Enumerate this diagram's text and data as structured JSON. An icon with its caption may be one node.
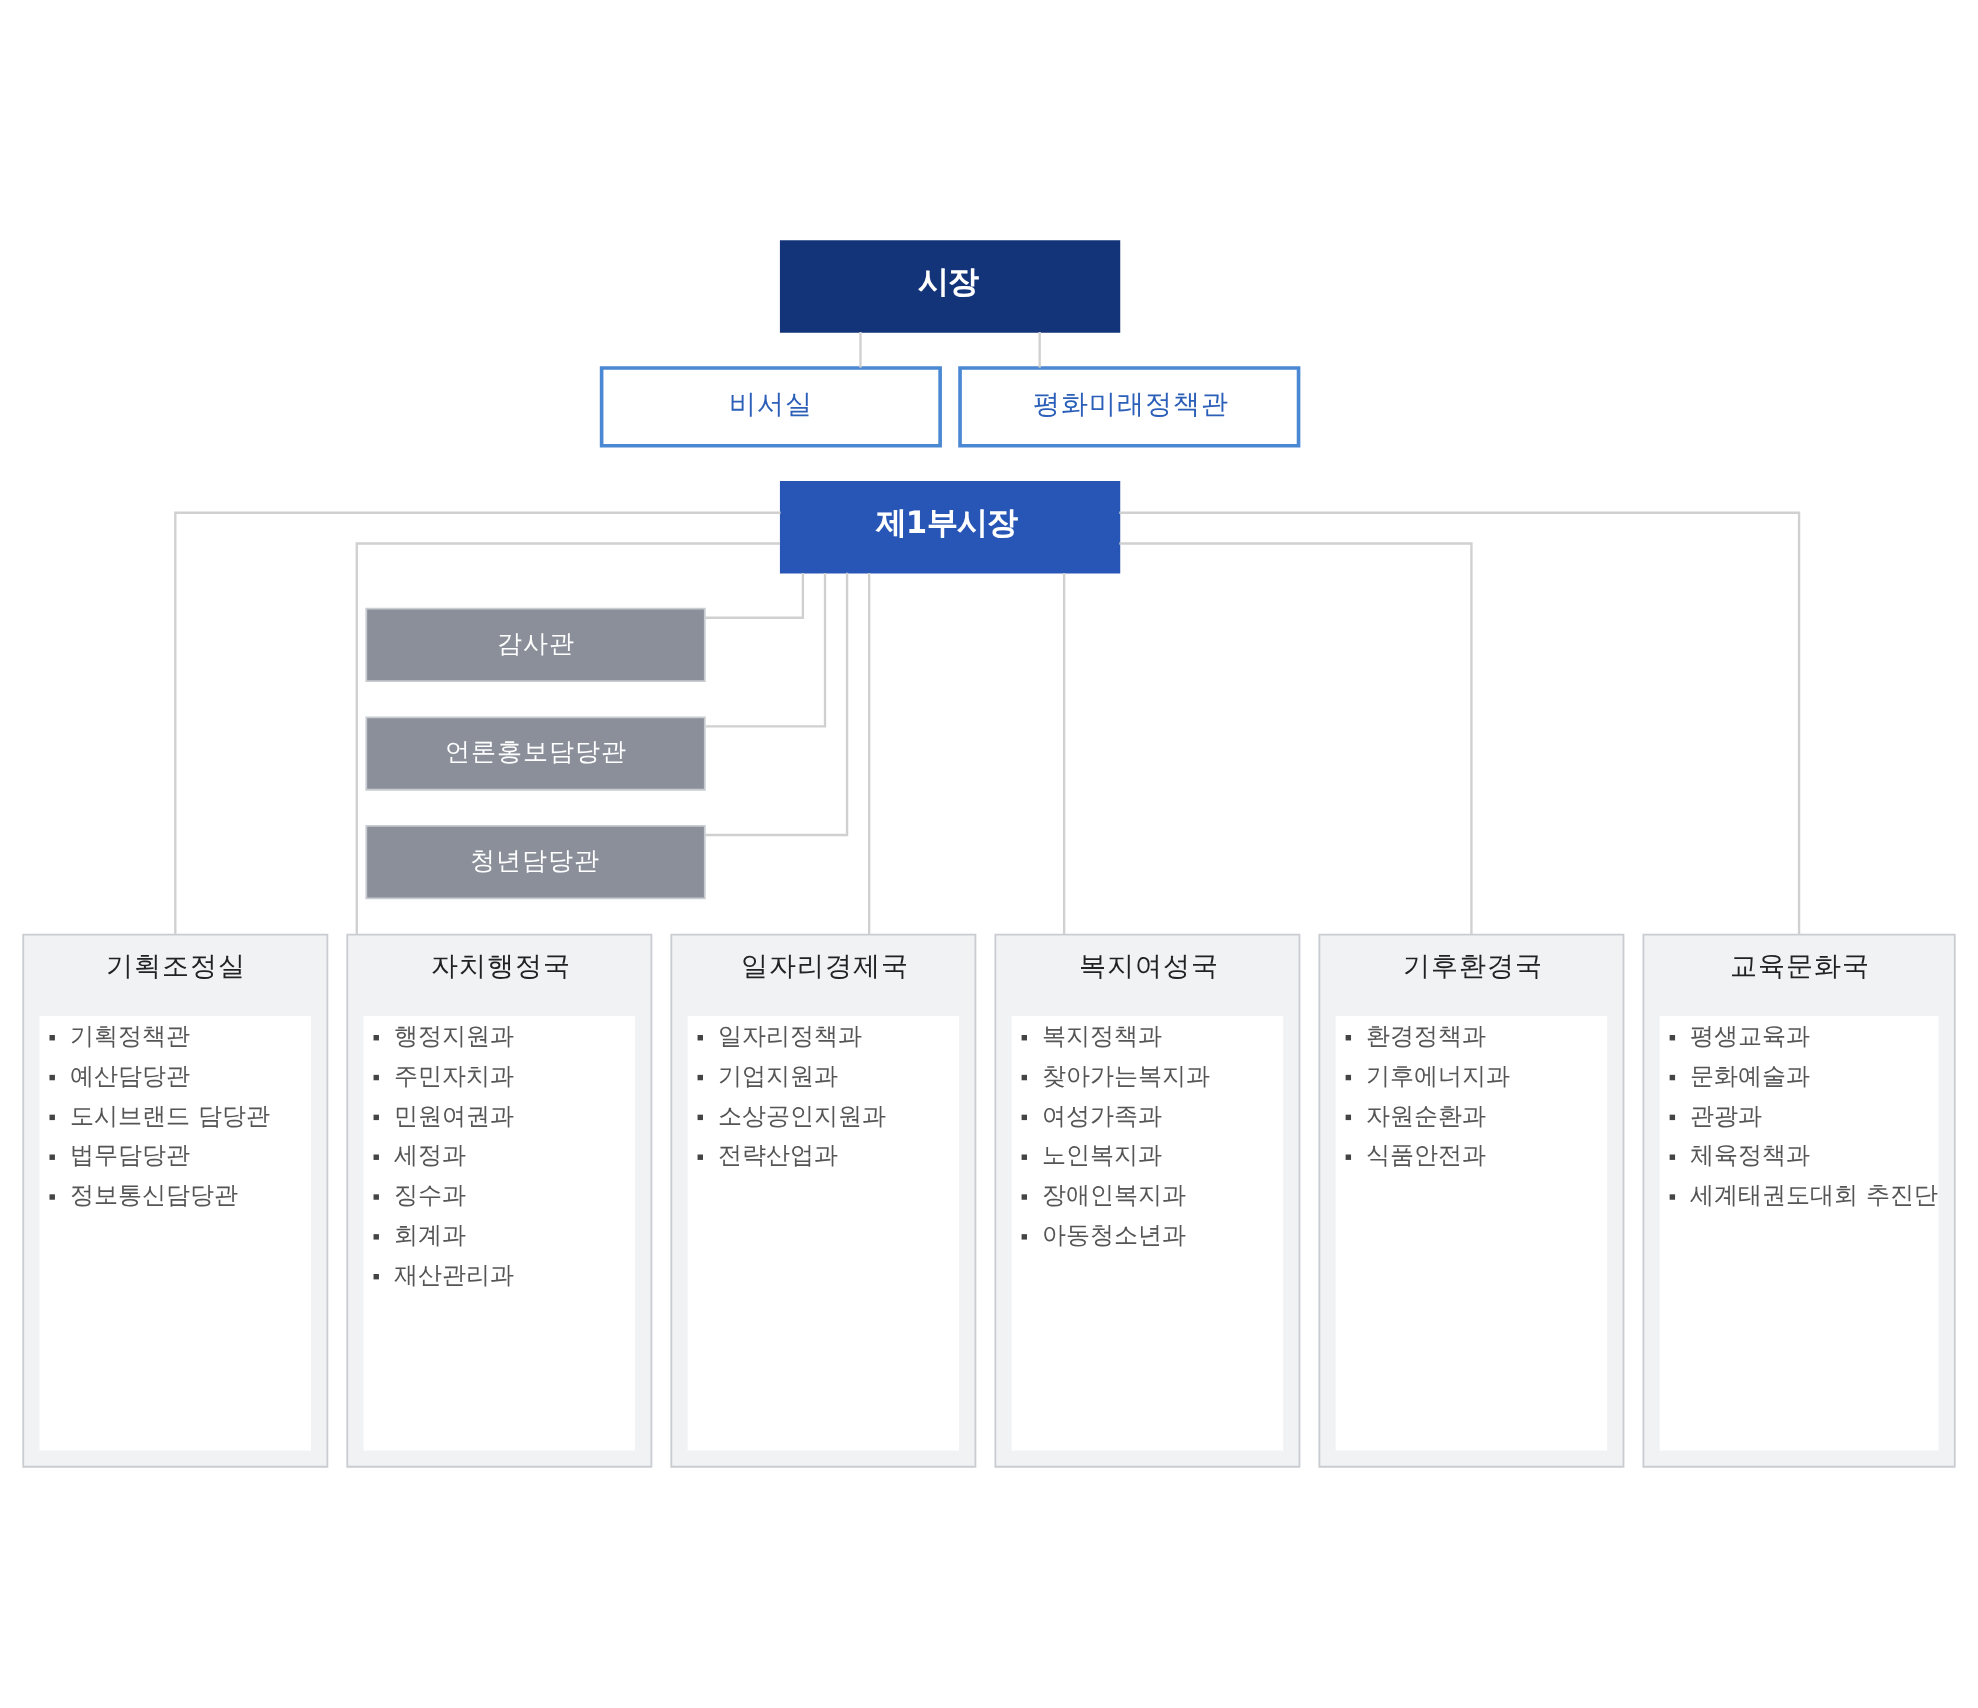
{
  "diagram": {
    "nodes": [
      {
        "text": [
          "시장"
        ]
      },
      {
        "text": [
          "비서실"
        ]
      },
      {
        "text": [
          "평화미래정책관"
        ]
      },
      {
        "text": [
          "제1부시장"
        ]
      },
      {
        "text": [
          "감사관"
        ]
      },
      {
        "text": [
          "언론홍보담당관"
        ]
      },
      {
        "text": [
          "청년담당관"
        ]
      },
      {
        "text": [
          "기획조정실",
          "기획정책관",
          "예산담당관",
          "도시브랜드 담당관",
          "법무담당관",
          "정보통신담당관"
        ]
      },
      {
        "text": [
          "자치행정국",
          "행정지원과",
          "주민자치과",
          "민원여권과",
          "세정과",
          "징수과",
          "회계과",
          "재산관리과"
        ]
      },
      {
        "text": [
          "일자리경제국",
          "일자리정책과",
          "기업지원과",
          "소상공인지원과",
          "전략산업과"
        ]
      },
      {
        "text": [
          "복지여성국",
          "복지정책과",
          "찾아가는복지과",
          "여성가족과",
          "노인복지과",
          "장애인복지과",
          "아동청소년과"
        ]
      },
      {
        "text": [
          "기후환경국",
          "환경정책과",
          "기후에너지과",
          "자원순환과",
          "식품안전과"
        ]
      },
      {
        "text": [
          "교육문화국",
          "평생교육과",
          "문화예술과",
          "관광과",
          "체육정책과",
          "세계태권도대회 추진단"
        ]
      }
    ],
    "edges": [
      {
        "from": 0,
        "to": 1,
        "arrow": "none"
      },
      {
        "from": 0,
        "to": 2,
        "arrow": "none"
      },
      {
        "from": 3,
        "to": 4,
        "arrow": "none"
      },
      {
        "from": 3,
        "to": 5,
        "arrow": "none"
      },
      {
        "from": 3,
        "to": 6,
        "arrow": "none"
      },
      {
        "from": 3,
        "to": 7,
        "arrow": "none"
      },
      {
        "from": 3,
        "to": 8,
        "arrow": "none"
      },
      {
        "from": 3,
        "to": 9,
        "arrow": "none"
      },
      {
        "from": 3,
        "to": 10,
        "arrow": "none"
      },
      {
        "from": 3,
        "to": 11,
        "arrow": "none"
      },
      {
        "from": 3,
        "to": 12,
        "arrow": "none"
      }
    ]
  }
}
